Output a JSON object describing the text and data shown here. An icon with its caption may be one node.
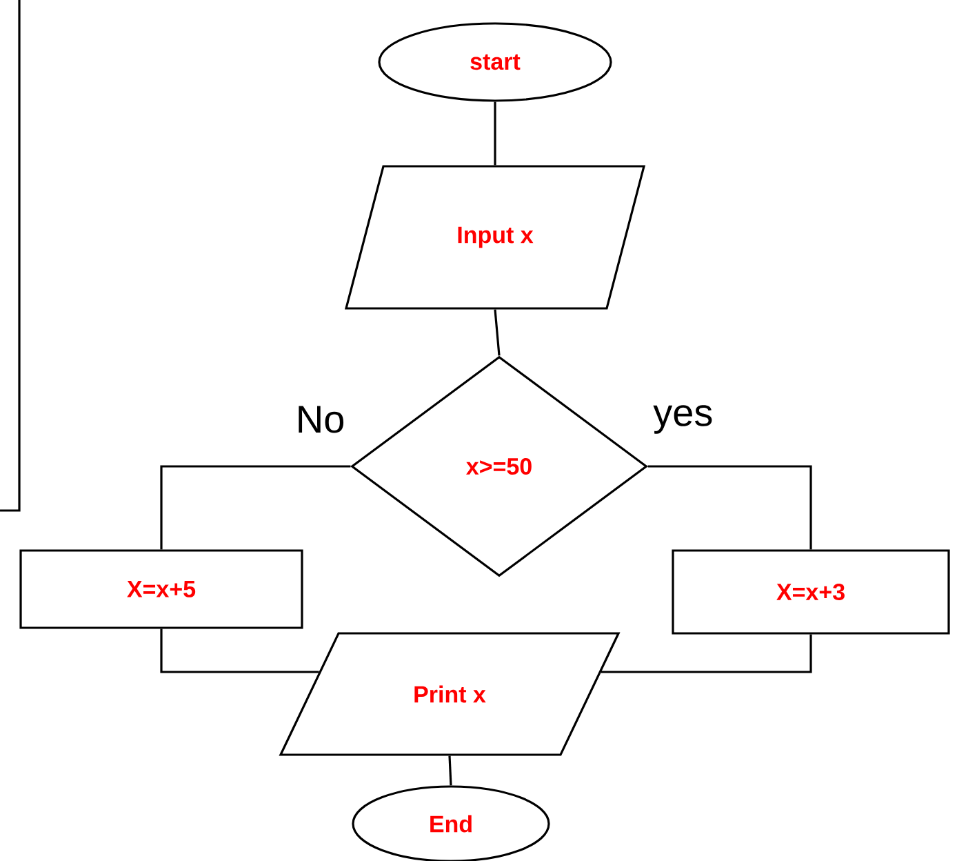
{
  "diagram": {
    "nodes": [
      {
        "text": [
          "start"
        ]
      },
      {
        "text": [
          "Input x"
        ]
      },
      {
        "text": [
          "x>=50"
        ]
      },
      {
        "text": [
          "X=x+5"
        ]
      },
      {
        "text": [
          "X=x+3"
        ]
      },
      {
        "text": [
          "Print x"
        ]
      },
      {
        "text": [
          "End"
        ]
      }
    ],
    "edges": [
      {
        "from": 0,
        "to": 1,
        "arrow": "none"
      },
      {
        "from": 1,
        "to": 2,
        "arrow": "none"
      },
      {
        "from": 2,
        "to": 3,
        "arrow": "none",
        "label": "No"
      },
      {
        "from": 2,
        "to": 4,
        "arrow": "none",
        "label": "yes"
      },
      {
        "from": 3,
        "to": 5,
        "arrow": "none"
      },
      {
        "from": 4,
        "to": 5,
        "arrow": "none"
      },
      {
        "from": 5,
        "to": 6,
        "arrow": "none"
      }
    ]
  }
}
